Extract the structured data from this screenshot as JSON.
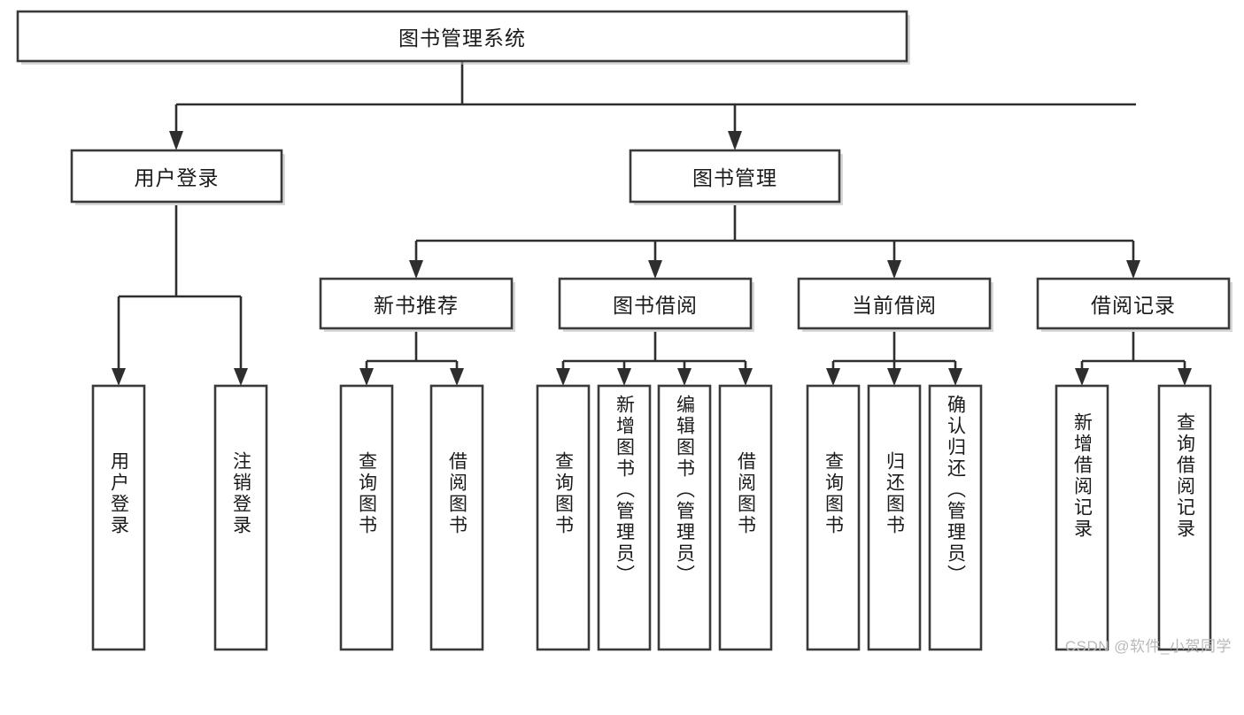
{
  "diagram": {
    "title": "图书管理系统",
    "type": "hierarchy-tree",
    "watermark": "CSDN @软件_小贺同学",
    "colors": {
      "box_stroke": "#3a3a3a",
      "box_fill": "#ffffff",
      "connector": "#2e2e2e",
      "text": "#1a1a1a",
      "watermark": "#b9b9b9",
      "background": "#ffffff"
    },
    "levels": {
      "root": {
        "label": "图书管理系统"
      },
      "level2": [
        {
          "label": "用户登录"
        },
        {
          "label": "图书管理"
        }
      ],
      "level3": [
        {
          "label": "新书推荐"
        },
        {
          "label": "图书借阅"
        },
        {
          "label": "当前借阅"
        },
        {
          "label": "借阅记录"
        }
      ],
      "leaves": {
        "user_login": [
          {
            "label": "用户登录"
          },
          {
            "label": "注销登录"
          }
        ],
        "new_book_recommend": [
          {
            "label": "查询图书"
          },
          {
            "label": "借阅图书"
          }
        ],
        "book_borrow": [
          {
            "label": "查询图书"
          },
          {
            "label": "新增图书（管理员）"
          },
          {
            "label": "编辑图书（管理员）"
          },
          {
            "label": "借阅图书"
          }
        ],
        "current_borrow": [
          {
            "label": "查询图书"
          },
          {
            "label": "归还图书"
          },
          {
            "label": "确认归还（管理员）"
          }
        ],
        "borrow_record": [
          {
            "label": "新增借阅记录"
          },
          {
            "label": "查询借阅记录"
          }
        ]
      }
    }
  }
}
